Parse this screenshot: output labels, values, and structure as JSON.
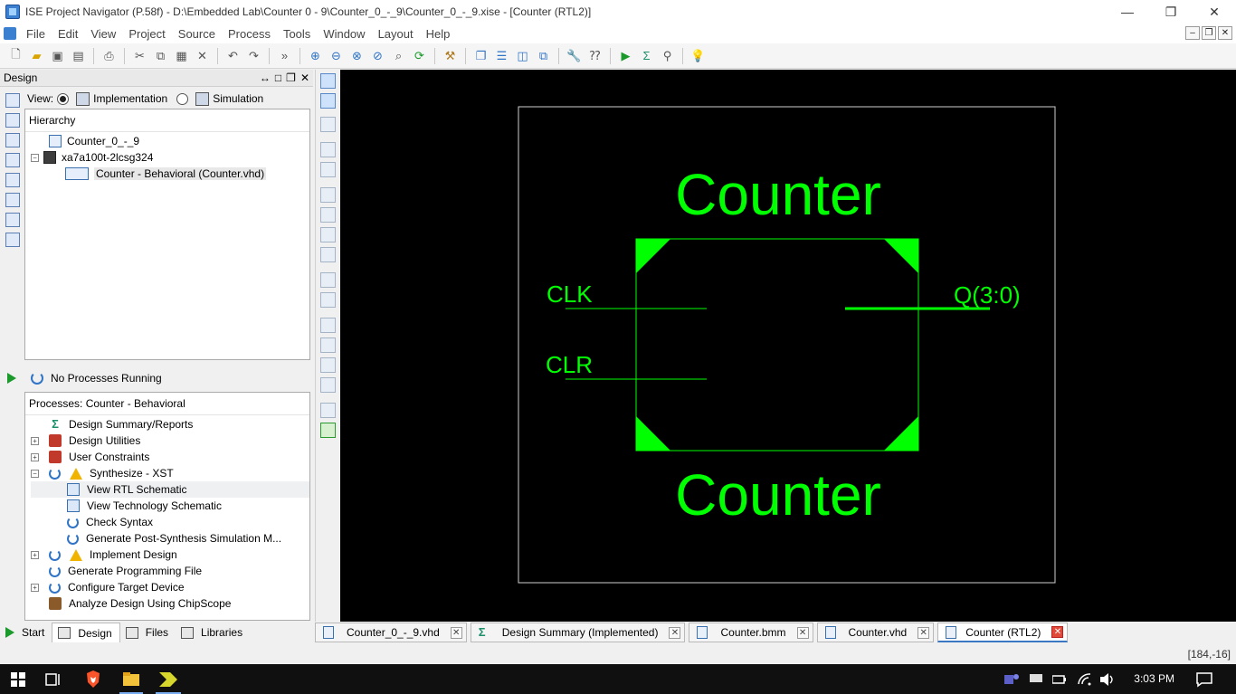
{
  "window": {
    "title": "ISE Project Navigator (P.58f) - D:\\Embedded Lab\\Counter 0 - 9\\Counter_0_-_9\\Counter_0_-_9.xise - [Counter (RTL2)]",
    "minimize": "—",
    "restore": "❐",
    "close": "✕"
  },
  "menu": [
    "File",
    "Edit",
    "View",
    "Project",
    "Source",
    "Process",
    "Tools",
    "Window",
    "Layout",
    "Help"
  ],
  "mdi_buttons": [
    "–",
    "❐",
    "✕"
  ],
  "design_panel": {
    "title": "Design",
    "header_buttons": [
      "↔",
      "□",
      "❐",
      "✕"
    ],
    "view_label": "View:",
    "view_options": [
      "Implementation",
      "Simulation"
    ],
    "selected_view": "Implementation",
    "hierarchy_title": "Hierarchy",
    "tree": [
      {
        "label": "Counter_0_-_9",
        "icon": "project-icon"
      },
      {
        "label": "xa7a100t-2lcsg324",
        "icon": "chip-icon"
      },
      {
        "label": "Counter - Behavioral (Counter.vhd)",
        "icon": "vhdl-module-icon"
      }
    ]
  },
  "process_status": "No Processes Running",
  "processes": {
    "title": "Processes: Counter - Behavioral",
    "items": [
      {
        "label": "Design Summary/Reports",
        "icon": "sigma-icon",
        "expand": ""
      },
      {
        "label": "Design Utilities",
        "icon": "tools-icon",
        "expand": "+"
      },
      {
        "label": "User Constraints",
        "icon": "tools-icon",
        "expand": "+"
      },
      {
        "label": "Synthesize - XST",
        "icon": "refresh-warning-icon",
        "expand": "-"
      },
      {
        "label": "View RTL Schematic",
        "icon": "rtl-schematic-icon",
        "expand": ""
      },
      {
        "label": "View Technology Schematic",
        "icon": "tech-schematic-icon",
        "expand": ""
      },
      {
        "label": "Check Syntax",
        "icon": "refresh-icon",
        "expand": ""
      },
      {
        "label": "Generate Post-Synthesis Simulation M...",
        "icon": "refresh-icon",
        "expand": ""
      },
      {
        "label": "Implement Design",
        "icon": "refresh-warning-icon",
        "expand": "+"
      },
      {
        "label": "Generate Programming File",
        "icon": "refresh-icon",
        "expand": ""
      },
      {
        "label": "Configure Target Device",
        "icon": "refresh-icon",
        "expand": "+"
      },
      {
        "label": "Analyze Design Using ChipScope",
        "icon": "chipscope-icon",
        "expand": ""
      }
    ]
  },
  "schematic": {
    "block_name_top": "Counter",
    "block_name_bottom": "Counter",
    "inputs": [
      "CLK",
      "CLR"
    ],
    "outputs": [
      "Q(3:0)"
    ],
    "color": "#00ff00"
  },
  "left_bottom_tabs": [
    "Start",
    "Design",
    "Files",
    "Libraries"
  ],
  "active_left_tab": "Design",
  "doc_tabs": [
    {
      "label": "Counter_0_-_9.vhd",
      "icon": "doc-icon"
    },
    {
      "label": "Design Summary (Implemented)",
      "icon": "sigma-icon"
    },
    {
      "label": "Counter.bmm",
      "icon": "doc-icon"
    },
    {
      "label": "Counter.vhd",
      "icon": "doc-icon"
    },
    {
      "label": "Counter (RTL2)",
      "icon": "schematic-icon"
    }
  ],
  "active_doc_tab": "Counter (RTL2)",
  "status_coords": "[184,-16]",
  "taskbar": {
    "clock": "3:03 PM"
  }
}
